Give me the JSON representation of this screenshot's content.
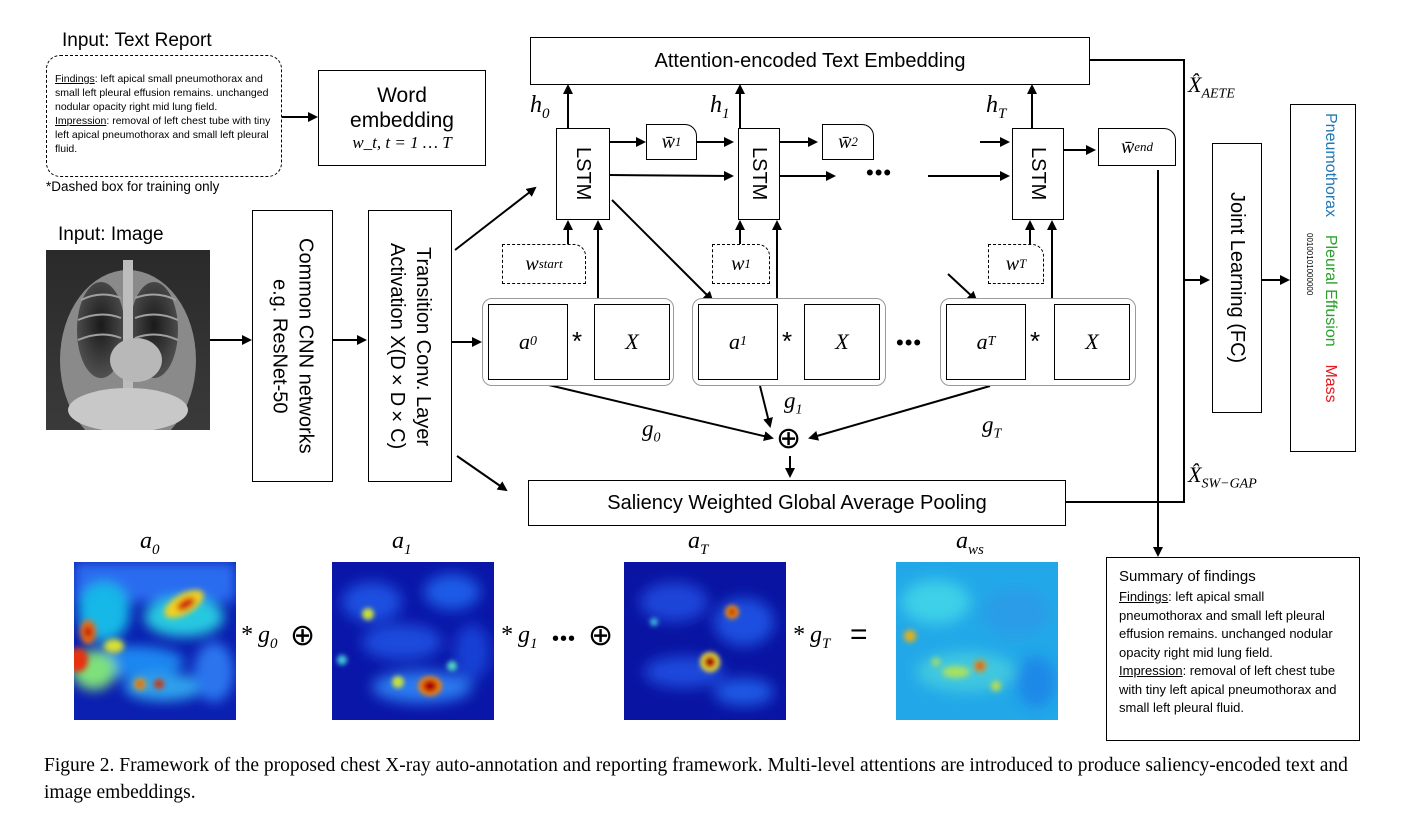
{
  "input_text_title": "Input: Text Report",
  "report": {
    "findings_label": "Findings",
    "findings_text": ": left apical small pneumothorax and small left pleural effusion remains. unchanged nodular opacity right mid lung field.",
    "impression_label": "Impression",
    "impression_text": ": removal of left chest tube with tiny left apical  pneumothorax and small left pleural fluid."
  },
  "dashed_note": "*Dashed box for training only",
  "word_embedding": {
    "line1": "Word",
    "line2": "embedding",
    "sub": "w_t, t = 1 … T"
  },
  "input_image_title": "Input: Image",
  "cnn_box": {
    "line1": "Common CNN networks",
    "line2": "e.g. ResNet-50"
  },
  "transition_box": {
    "line1": "Transition Conv. Layer",
    "line2": "Activation X(D×D×C)"
  },
  "aete_box": "Attention-encoded Text Embedding",
  "aete_symbol": "X̂",
  "aete_sub": "AETE",
  "lstm_label": "LSTM",
  "hidden": [
    {
      "h": "h",
      "sub": "0"
    },
    {
      "h": "h",
      "sub": "1"
    },
    {
      "h": "h",
      "sub": "T"
    }
  ],
  "wbar": [
    {
      "w": "w̄",
      "sub": "1"
    },
    {
      "w": "w̄",
      "sub": "2"
    },
    {
      "w": "w̄",
      "sub": "end"
    }
  ],
  "ellipsis": "•••",
  "dashed_inputs": [
    {
      "w": "w",
      "sub": "start"
    },
    {
      "w": "w",
      "sub": "1"
    },
    {
      "w": "w",
      "sub": "T"
    }
  ],
  "attention_groups": [
    {
      "a": "a",
      "sub": "0",
      "op": "*",
      "x": "X"
    },
    {
      "a": "a",
      "sub": "1",
      "op": "*",
      "x": "X"
    },
    {
      "a": "a",
      "sub": "T",
      "op": "*",
      "x": "X"
    }
  ],
  "gates": [
    {
      "g": "g",
      "sub": "0"
    },
    {
      "g": "g",
      "sub": "1"
    },
    {
      "g": "g",
      "sub": "T"
    }
  ],
  "oplus": "⊕",
  "swgap_box": "Saliency Weighted Global Average Pooling",
  "swgap_symbol": "X̂",
  "swgap_sub": "SW−GAP",
  "joint_box": "Joint Learning (FC)",
  "output": {
    "label1": "Pneumothorax",
    "label2": "Pleural Effusion",
    "label3": "Mass",
    "bits": "00100101000000",
    "color1": "#1f77b4",
    "color2": "#2ca02c",
    "color3": "#e41a1c"
  },
  "summary": {
    "title": "Summary of findings",
    "findings_label": "Findings",
    "findings_text": ": left apical small pneumothorax and small left pleural effusion remains. unchanged nodular opacity right mid lung field.",
    "impression_label": "Impression",
    "impression_text": ": removal of left chest tube with tiny left apical pneumothorax and small left pleural fluid."
  },
  "heatmaps": [
    {
      "a": "a",
      "sub": "0"
    },
    {
      "a": "a",
      "sub": "1"
    },
    {
      "a": "a",
      "sub": "T"
    },
    {
      "a": "a",
      "sub": "ws"
    }
  ],
  "bottom_ops": {
    "op1": "* g",
    "op1_sub": "0",
    "op2": "* g",
    "op2_sub": "1",
    "op3": "* g",
    "op3_sub": "T",
    "eq": "="
  },
  "caption": "Figure 2. Framework of the proposed chest X-ray auto-annotation and reporting framework.  Multi-level attentions are introduced to produce saliency-encoded text and image embeddings."
}
